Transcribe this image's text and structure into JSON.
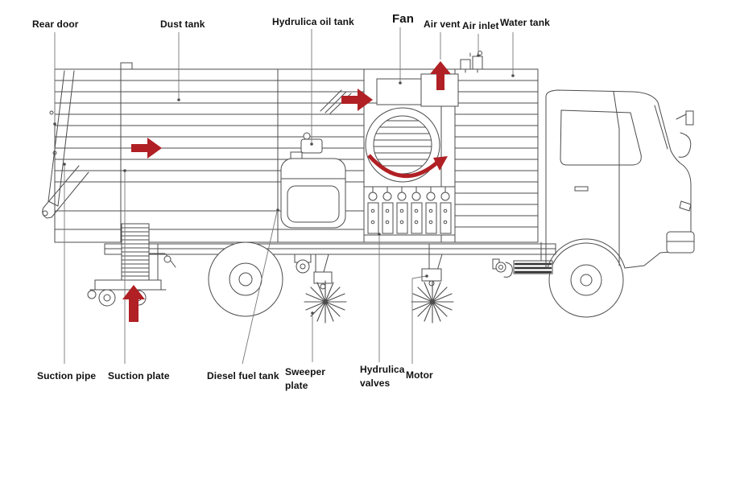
{
  "diagram": {
    "labels": {
      "rear_door": "Rear door",
      "dust_tank": "Dust tank",
      "hydrulica_oil_tank": "Hydrulica oil tank",
      "fan": "Fan",
      "air_vent": "Air vent",
      "air_inlet": "Air inlet",
      "water_tank": "Water tank",
      "suction_pipe": "Suction pipe",
      "suction_plate": "Suction plate",
      "diesel_fuel_tank": "Diesel fuel tank",
      "sweeper_plate": "Sweeper plate",
      "hydrulica_valves": "Hydrulica valves",
      "motor": "Motor"
    },
    "arrows": {
      "rear_intake": "right-arrow",
      "duct_flow": "right-arrow",
      "air_vent_flow": "up-arrow",
      "fan_rotation": "curved-arrow",
      "suction_flow": "up-arrow"
    },
    "colors": {
      "arrow_red": "#b02024",
      "line": "#4c4c4c",
      "leader": "#777777",
      "text": "#121212"
    }
  }
}
